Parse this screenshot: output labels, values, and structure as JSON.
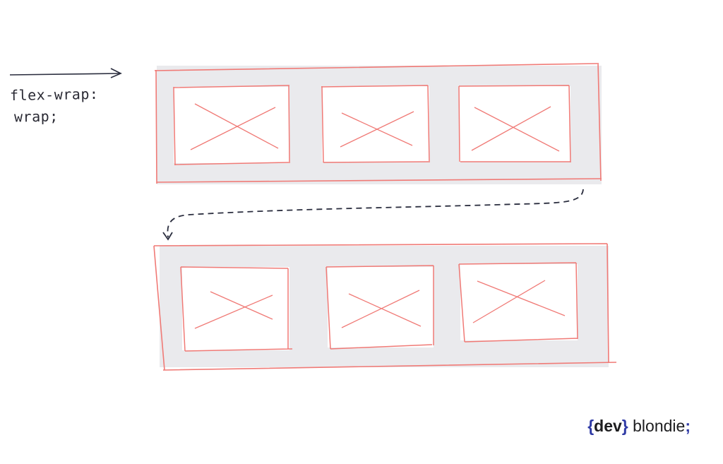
{
  "annotation": {
    "line1": "flex-wrap:",
    "line2": "wrap;"
  },
  "logo": {
    "open_brace": "{",
    "word": "dev",
    "close_brace": "}",
    "name": " blondie",
    "semicolon": ";"
  },
  "colors": {
    "outline": "#f07a76",
    "shade": "#e4e4e8",
    "arrow": "#2a2d3e",
    "brand_blue": "#2f3aa5"
  },
  "diagram": {
    "rows": 2,
    "items_per_row": 3,
    "item_icon": "cross-placeholder-icon"
  }
}
